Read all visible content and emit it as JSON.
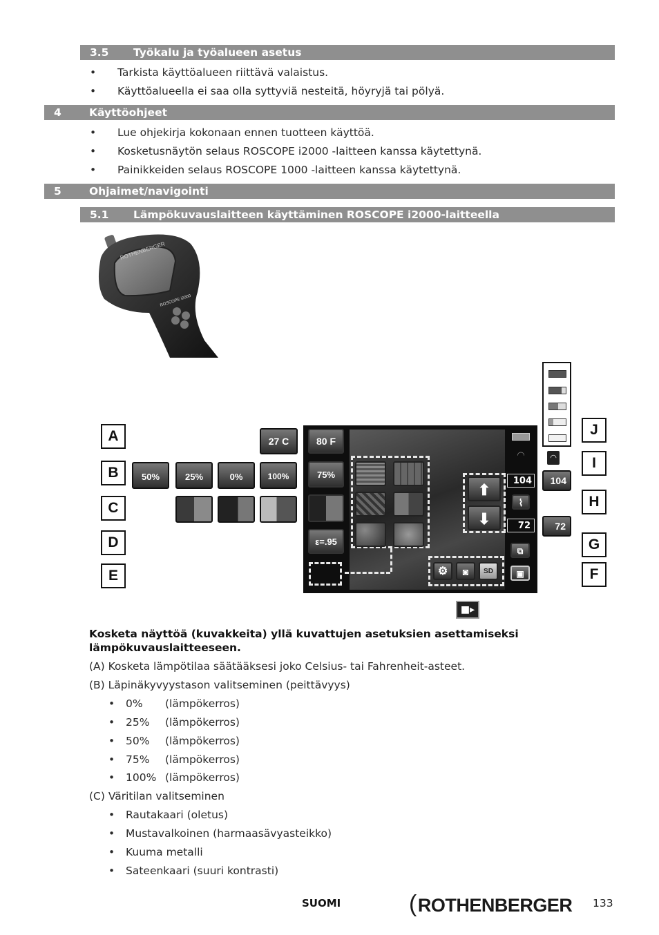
{
  "sections": {
    "s35": {
      "num": "3.5",
      "title": "Työkalu ja työalueen asetus"
    },
    "s35_bullets": [
      "Tarkista käyttöalueen riittävä valaistus.",
      "Käyttöalueella ei saa olla syttyviä nesteitä, höyryjä tai pölyä."
    ],
    "s4": {
      "num": "4",
      "title": "Käyttöohjeet"
    },
    "s4_bullets": [
      "Lue ohjekirja kokonaan ennen tuotteen käyttöä.",
      "Kosketusnäytön selaus ROSCOPE i2000 -laitteen kanssa käytettynä.",
      "Painikkeiden selaus ROSCOPE 1000 -laitteen kanssa käytettynä."
    ],
    "s5": {
      "num": "5",
      "title": "Ohjaimet/navigointi"
    },
    "s51": {
      "num": "5.1",
      "title": "Lämpökuvauslaitteen käyttäminen ROSCOPE i2000-laitteella"
    }
  },
  "device": {
    "brand": "ROTHENBERGER",
    "model": "ROSCOPE i2000"
  },
  "diagram": {
    "labels_left": [
      "A",
      "B",
      "C",
      "D",
      "E"
    ],
    "labels_right": [
      "J",
      "I",
      "H",
      "G",
      "F"
    ],
    "temp_c": "27 C",
    "temp_f": "80 F",
    "opacity_tiles": [
      "50%",
      "25%",
      "0%",
      "100%"
    ],
    "opacity_current": "75%",
    "emissivity": "ε=.95",
    "temp_high": "104",
    "temp_low": "72"
  },
  "instructions": {
    "intro": "Kosketa näyttöä (kuvakkeita) yllä kuvattujen asetuksien asettamiseksi",
    "intro2": "lämpökuvauslaitteeseen.",
    "a": "(A)  Kosketa lämpötilaa säätääksesi joko Celsius- tai Fahrenheit-asteet.",
    "b": "(B)  Läpinäkyvyystason valitseminen (peittävyys)",
    "b_items": [
      {
        "pct": "0%",
        "desc": "(lämpökerros)"
      },
      {
        "pct": "25%",
        "desc": "(lämpökerros)"
      },
      {
        "pct": "50%",
        "desc": "(lämpökerros)"
      },
      {
        "pct": "75%",
        "desc": "(lämpökerros)"
      },
      {
        "pct": "100%",
        "desc": "(lämpökerros)"
      }
    ],
    "c": "(C)  Väritilan valitseminen",
    "c_items": [
      "Rautakaari (oletus)",
      "Mustavalkoinen (harmaasävyasteikko)",
      "Kuuma metalli",
      "Sateenkaari (suuri kontrasti)"
    ]
  },
  "footer": {
    "language": "SUOMI",
    "logo": "ROTHENBERGER",
    "page": "133"
  }
}
